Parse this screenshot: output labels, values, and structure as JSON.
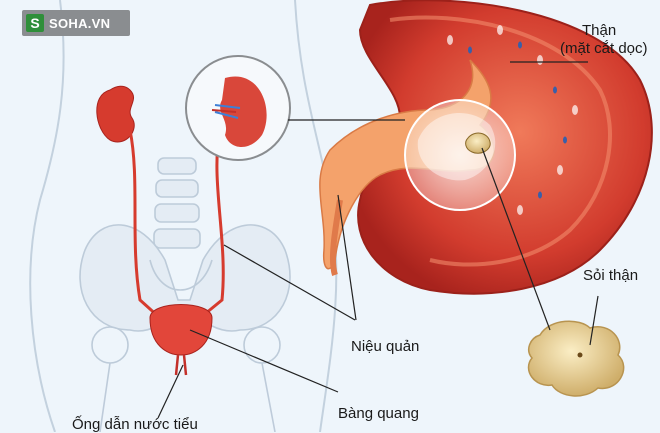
{
  "logo": {
    "mark": "S",
    "text": "SOHA.VN"
  },
  "labels": {
    "kidney_title": "Thận",
    "kidney_subtitle": "(mặt cắt dọc)",
    "kidney_stone": "Sỏi thận",
    "ureter": "Niệu quản",
    "bladder": "Bàng quang",
    "urethra": "Ống dẫn nước tiểu"
  },
  "colors": {
    "background": "#eef5fb",
    "kidney_outer": "#c9342a",
    "kidney_cortex": "#e0553f",
    "pelvis": "#f4a26b",
    "stone": "#e7d29a",
    "skeleton_line": "#b8c7d6",
    "leader_line": "#222222"
  }
}
